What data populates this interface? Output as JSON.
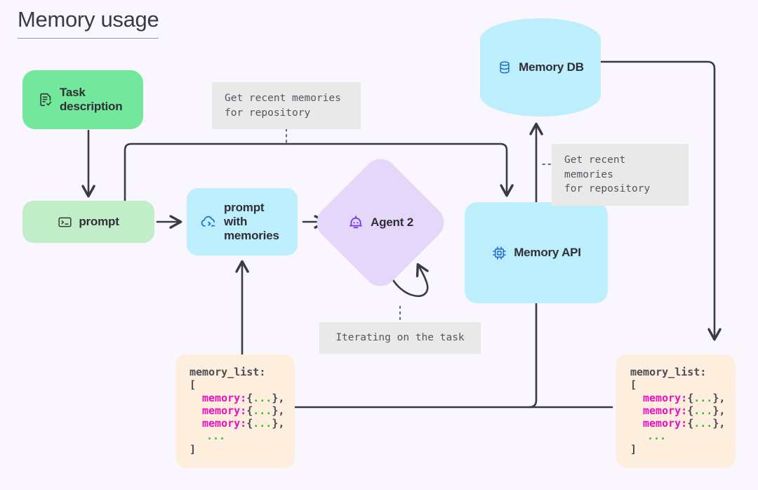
{
  "page": {
    "title": "Memory usage",
    "background_color": "#f9f6fd",
    "edge_color": "#3a3a42"
  },
  "nodes": {
    "task": {
      "label": "Task\ndescription",
      "icon": "document-check-icon",
      "color": "#73e79b"
    },
    "prompt": {
      "label": "prompt",
      "icon": "terminal-icon",
      "color": "#c2edc9"
    },
    "prompt_with_memories": {
      "label": "prompt\nwith\nmemories",
      "icon": "cloud-terminal-icon",
      "color": "#bdeefb"
    },
    "agent": {
      "label": "Agent 2",
      "icon": "robot-icon",
      "color": "#e4d7fa"
    },
    "memory_api": {
      "label": "Memory API",
      "icon": "chip-icon",
      "color": "#bdeefb"
    },
    "memory_db": {
      "label": "Memory DB",
      "icon": "database-icon",
      "color": "#bdeefb"
    }
  },
  "notes": {
    "left": "Get recent memories\nfor repository",
    "right": "Get recent memories\nfor repository",
    "iterating": "Iterating on the task"
  },
  "code_blocks": {
    "left": {
      "header": "memory_list:",
      "open_bracket": "[",
      "entries": [
        "memory:{...},",
        "memory:{...},",
        "memory:{...},"
      ],
      "ellipsis": "...",
      "close_bracket": "]"
    },
    "right": {
      "header": "memory_list:",
      "open_bracket": "[",
      "entries": [
        "memory:{...},",
        "memory:{...},",
        "memory:{...},"
      ],
      "ellipsis": "...",
      "close_bracket": "]"
    }
  }
}
